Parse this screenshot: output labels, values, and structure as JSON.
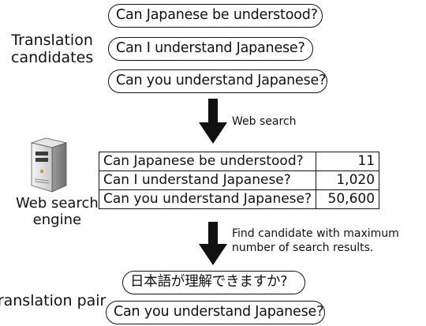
{
  "candidates_label": [
    "Translation",
    "candidates"
  ],
  "candidates": [
    "Can Japanese be understood?",
    "Can I understand Japanese?",
    "Can you understand Japanese?"
  ],
  "step1_label": "Web search",
  "engine_label": [
    "Web search",
    "engine"
  ],
  "results": [
    {
      "candidate": "Can Japanese be understood?",
      "count": "11"
    },
    {
      "candidate": "Can I understand Japanese?",
      "count": "1,020"
    },
    {
      "candidate": "Can you understand Japanese?",
      "count": "50,600"
    }
  ],
  "step2_label": [
    "Find candidate with maximum",
    "number of search results."
  ],
  "pair_label": "Translation pair",
  "pair": {
    "source": "日本語が理解できますか?",
    "target": "Can you understand Japanese?"
  },
  "icons": {
    "server": "server-icon"
  }
}
